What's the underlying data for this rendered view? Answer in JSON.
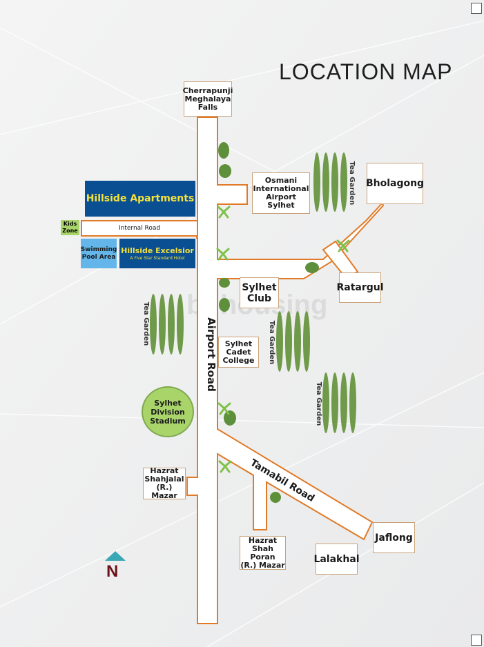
{
  "title": "LOCATION MAP",
  "watermark": "bdhousing",
  "roads": {
    "airport_road": "Airport Road",
    "tamabil_road": "Tamabil Road",
    "internal_road": "Internal Road"
  },
  "places": {
    "cherrapunji": "Cherrapunji\nMeghalaya\nFalls",
    "osmani": "Osmani\nInternational\nAirport Sylhet",
    "bholagong": "Bholagong",
    "ratargul": "Ratargul",
    "sylhet_club": "Sylhet\nClub",
    "cadet_college": "Sylhet\nCadet\nCollege",
    "stadium": "Sylhet\nDivision\nStadium",
    "shahjalal": "Hazrat\nShahjalal\n(R.) Mazar",
    "shah_poran": "Hazrat\nShah Poran\n(R.) Mazar",
    "lalakhal": "Lalakhal",
    "jaflong": "Jaflong"
  },
  "project": {
    "hillside_apartments": "Hillside Apartments",
    "hillside_excelsior": "Hillside Excelsior",
    "excelsior_tagline": "A Five Star Standard Hotel",
    "swimming_pool": "Swimming\nPool Area",
    "kids_zone": "Kids\nZone"
  },
  "tea_garden": "Tea Garden",
  "north": "N",
  "colors": {
    "road_fill": "#ffffff",
    "road_border": "#e07a27",
    "project_blue": "#0b4f93",
    "project_text": "#f5e23a",
    "pool_blue": "#64b6ea",
    "green": "#a9d46a",
    "tea": "#6f9a4a",
    "north_arrow": "#3aa7b4",
    "north_letter": "#6b1118"
  }
}
